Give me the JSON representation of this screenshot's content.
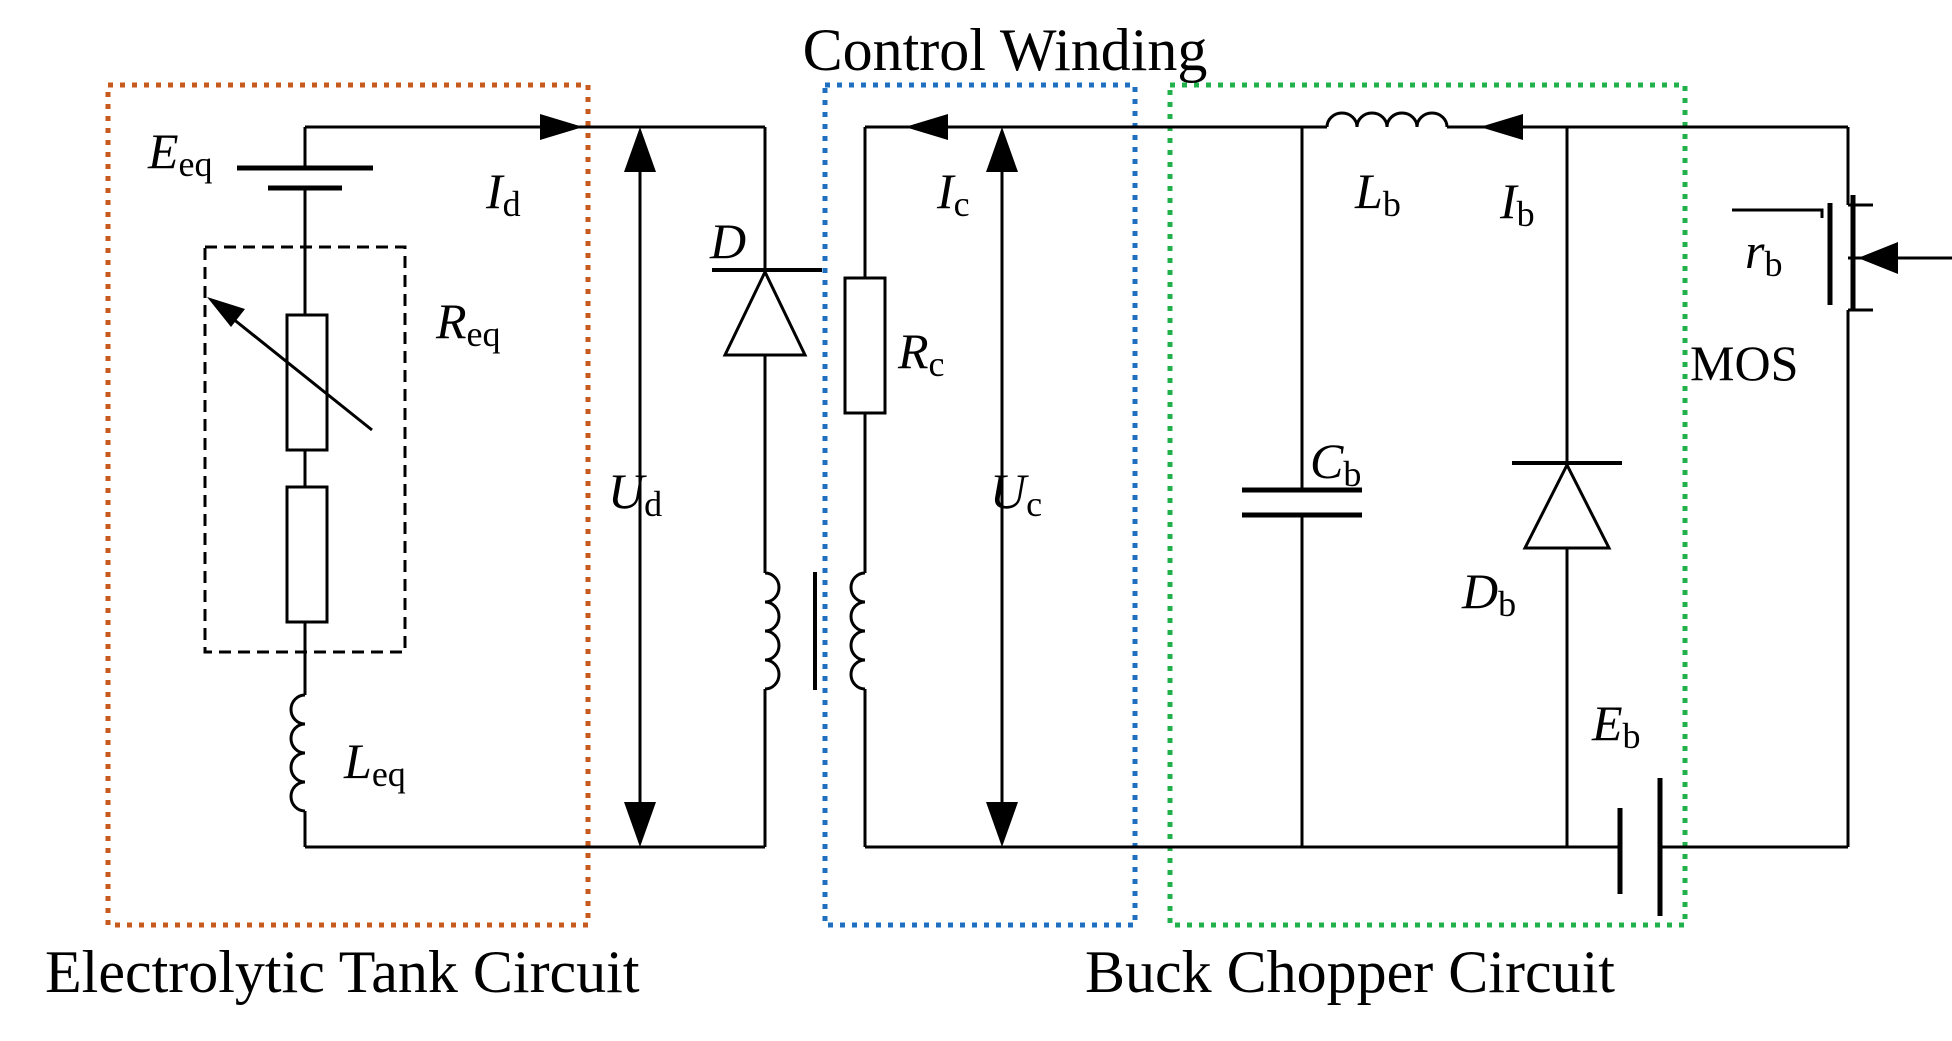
{
  "captions": {
    "control_winding": "Control Winding",
    "electrolytic": "Electrolytic Tank Circuit",
    "buck": "Buck Chopper Circuit"
  },
  "labels": {
    "E_eq": {
      "main": "E",
      "sub": "eq"
    },
    "I_d": {
      "main": "I",
      "sub": "d"
    },
    "R_eq": {
      "main": "R",
      "sub": "eq"
    },
    "L_eq": {
      "main": "L",
      "sub": "eq"
    },
    "U_d": {
      "main": "U",
      "sub": "d"
    },
    "D": {
      "main": "D",
      "sub": ""
    },
    "I_c": {
      "main": "I",
      "sub": "c"
    },
    "R_c": {
      "main": "R",
      "sub": "c"
    },
    "U_c": {
      "main": "U",
      "sub": "c"
    },
    "L_b": {
      "main": "L",
      "sub": "b"
    },
    "I_b": {
      "main": "I",
      "sub": "b"
    },
    "C_b": {
      "main": "C",
      "sub": "b"
    },
    "D_b": {
      "main": "D",
      "sub": "b"
    },
    "E_b": {
      "main": "E",
      "sub": "b"
    },
    "r_b": {
      "main": "r",
      "sub": "b"
    },
    "MOS": "MOS"
  },
  "colors": {
    "wire": "#000000",
    "electrolytic_box": "#c55a1c",
    "control_box": "#1f6fc0",
    "buck_box": "#21b14b"
  }
}
